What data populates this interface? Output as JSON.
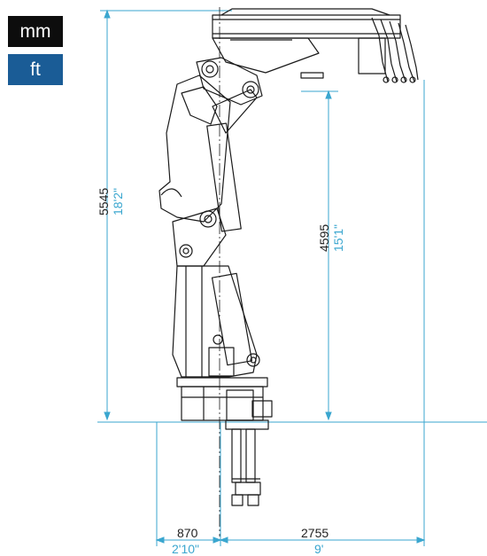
{
  "unit_toggle": {
    "mm_label": "mm",
    "ft_label": "ft",
    "mm_color": "#0d0d0d",
    "ft_color": "#1a5c96"
  },
  "dimensions": {
    "total_height_mm": "5545",
    "total_height_ft": "18'2\"",
    "boom_height_mm": "4595",
    "boom_height_ft": "15'1\"",
    "base_left_mm": "870",
    "base_left_ft": "2'10\"",
    "reach_mm": "2755",
    "reach_ft": "9'"
  },
  "colors": {
    "dimension_line": "#3aa6cf",
    "drawing_line": "#1a1a1a",
    "dim_text_dark": "#222222"
  }
}
